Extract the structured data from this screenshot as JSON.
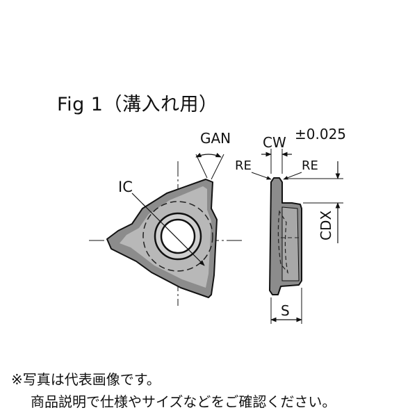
{
  "figure": {
    "title": "Fig 1（溝入れ用）"
  },
  "labels": {
    "gan": "GAN",
    "cw": "CW",
    "tolerance": "±0.025",
    "re_left": "RE",
    "re_right": "RE",
    "ic": "IC",
    "cdx": "CDX",
    "s": "S"
  },
  "notes": {
    "line1": "※写真は代表画像です。",
    "line2": "商品説明で仕様やサイズなどをご確認ください。"
  },
  "colors": {
    "insert_fill": "#909090",
    "insert_light": "#c8c8c8",
    "line": "#111111"
  }
}
